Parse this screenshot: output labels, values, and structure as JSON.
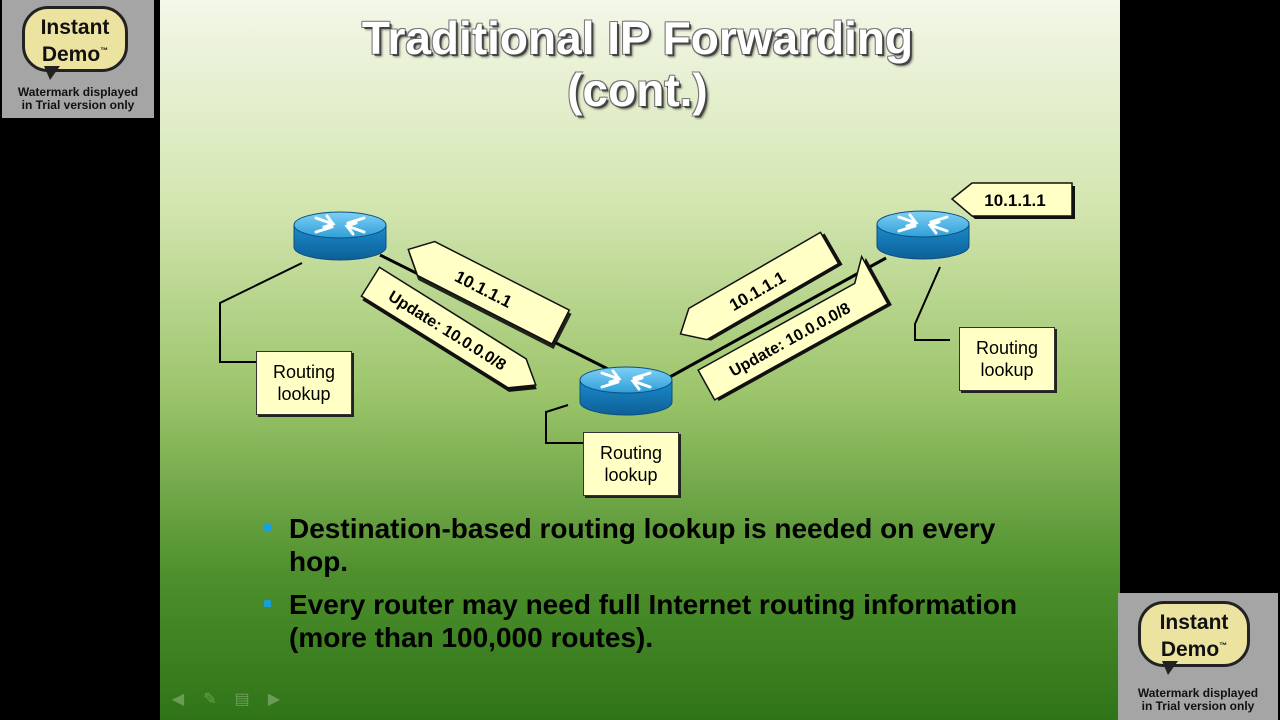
{
  "slide": {
    "title_line1": "Traditional IP Forwarding",
    "title_line2": "(cont.)",
    "routing_box_label_line1": "Routing",
    "routing_box_label_line2": "lookup",
    "packet_label": "10.1.1.1",
    "update_label": "Update: 10.0.0.0/8",
    "bullets": [
      "Destination-based routing lookup is needed on every hop.",
      "Every router may need full Internet routing information (more than 100,000 routes)."
    ]
  },
  "watermark": {
    "brand_line1": "Instant",
    "brand_line2": "Demo",
    "trademark": "™",
    "caption_line1": "Watermark displayed",
    "caption_line2": "in Trial version only"
  },
  "colors": {
    "label_fill": "#ffffc6",
    "router_blue": "#1e8fc8",
    "bullet_accent": "#1aa0d8"
  },
  "icons": {
    "router": "router-icon",
    "nav_back": "arrow-left-icon",
    "nav_pen": "pen-icon",
    "nav_menu": "menu-icon",
    "nav_forward": "arrow-right-icon"
  }
}
